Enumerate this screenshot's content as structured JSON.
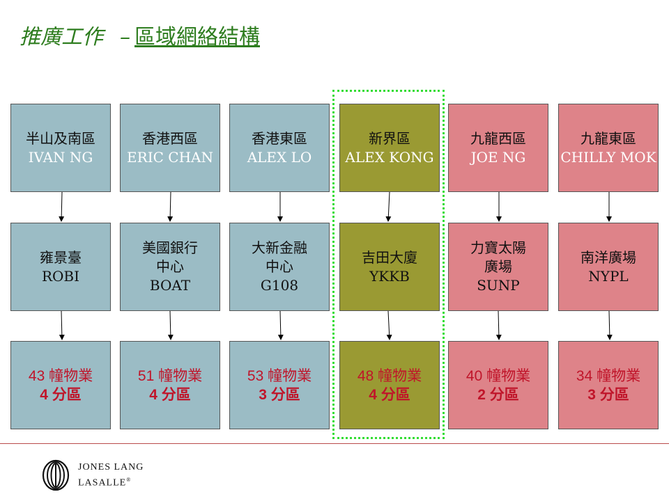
{
  "title": {
    "part1": "推廣工作",
    "dash": "–",
    "part2": "區域網絡結構"
  },
  "regions": [
    {
      "name": "半山及南區",
      "manager": "IVAN NG",
      "building": [
        "雍景臺",
        "ROBI"
      ],
      "count": "43 幢物業",
      "zones": "4 分區",
      "color": "#9bbcc5"
    },
    {
      "name": "香港西區",
      "manager": "ERIC CHAN",
      "building": [
        "美國銀行",
        "中心",
        "BOAT"
      ],
      "count": "51 幢物業",
      "zones": "4 分區",
      "color": "#9bbcc5"
    },
    {
      "name": "香港東區",
      "manager": "ALEX LO",
      "building": [
        "大新金融",
        "中心",
        "G108"
      ],
      "count": "53 幢物業",
      "zones": "3 分區",
      "color": "#9bbcc5"
    },
    {
      "name": "新界區",
      "manager": "ALEX KONG",
      "building": [
        "吉田大廈",
        "YKKB"
      ],
      "count": "48 幢物業",
      "zones": "4 分區",
      "color": "#9a9a33"
    },
    {
      "name": "九龍西區",
      "manager": "JOE NG",
      "building": [
        "力寶太陽",
        "廣場",
        "SUNP"
      ],
      "count": "40 幢物業",
      "zones": "2 分區",
      "color": "#de8389"
    },
    {
      "name": "九龍東區",
      "manager": "CHILLY MOK",
      "building": [
        "南洋廣場",
        "NYPL"
      ],
      "count": "34 幢物業",
      "zones": "3 分區",
      "color": "#de8389"
    }
  ],
  "logo": {
    "line1": "JONES LANG",
    "line2": "LASALLE",
    "mark": "®"
  },
  "colors": {
    "title": "#2e7d1f",
    "highlight": "#33dd33",
    "count_text": "#c0152a"
  }
}
